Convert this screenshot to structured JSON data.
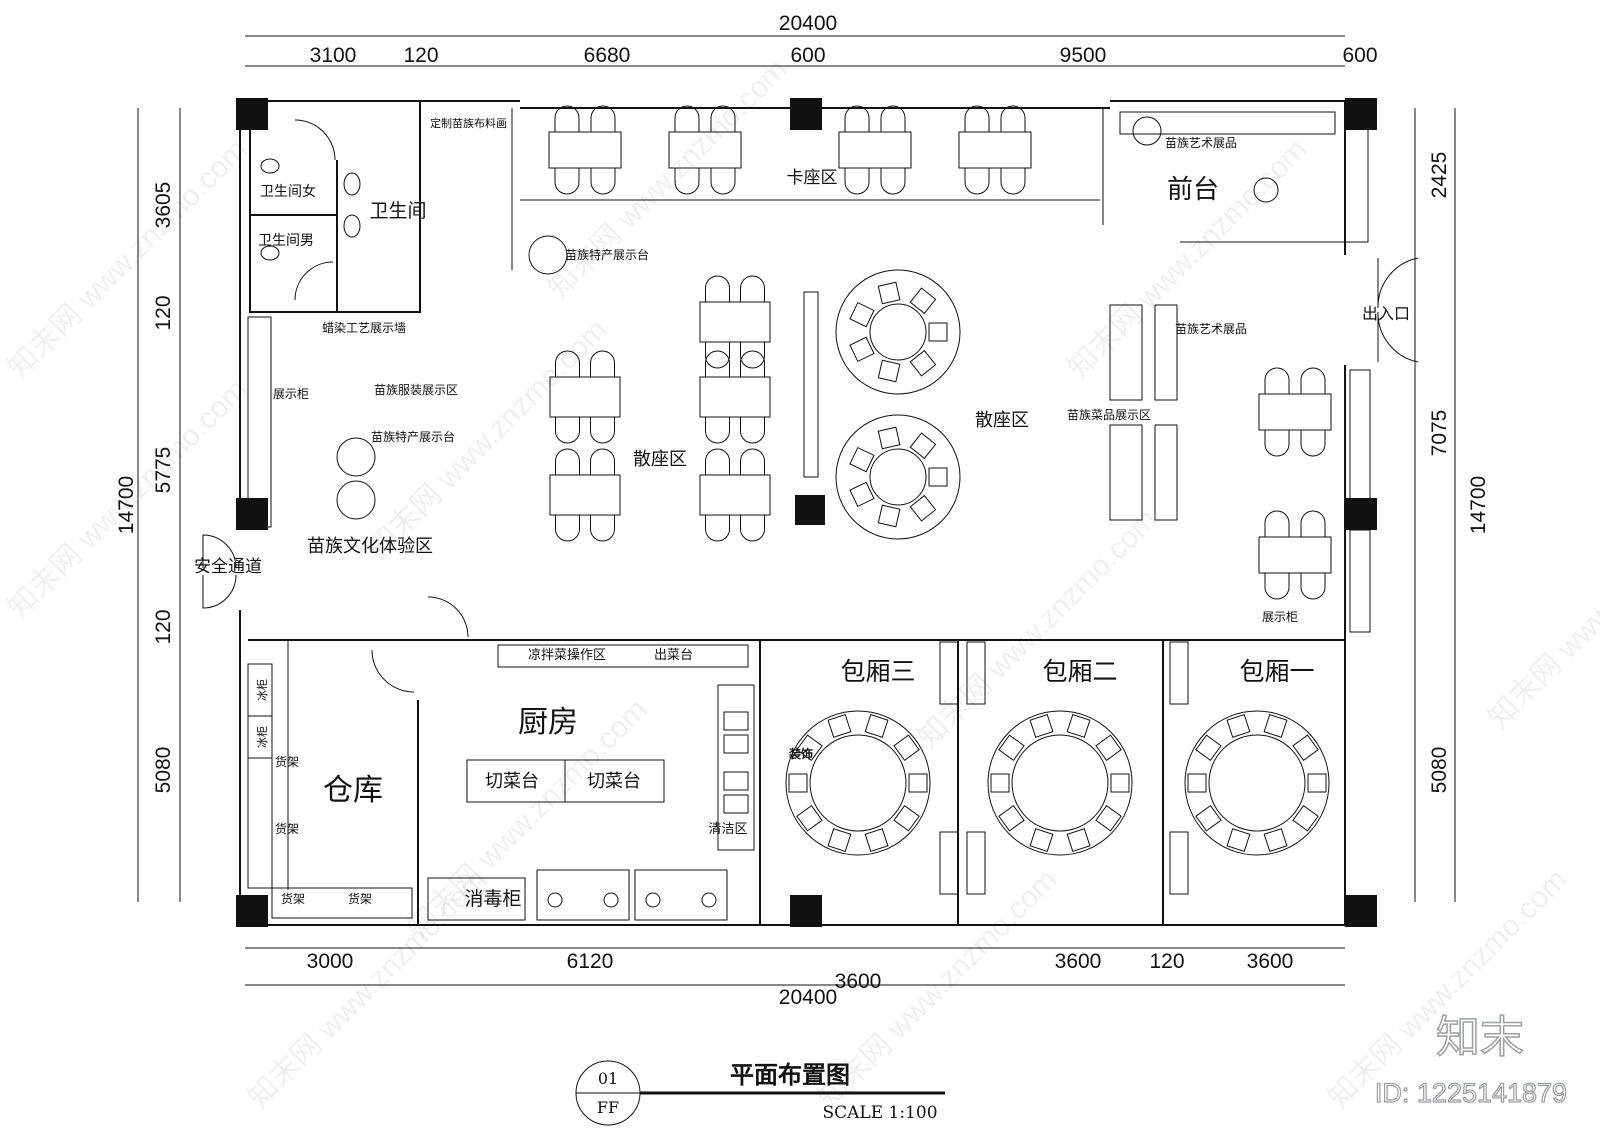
{
  "dimensions": {
    "top_total": "20400",
    "top": [
      "3100",
      "120",
      "6680",
      "600",
      "9500",
      "600"
    ],
    "bottom_total": "20400",
    "bottom": [
      "3000",
      "6120",
      "3600",
      "3600",
      "120",
      "3600"
    ],
    "left_total": "14700",
    "left": [
      "3605",
      "120",
      "5775",
      "120",
      "5080"
    ],
    "right_total": "14700",
    "right": [
      "2425",
      "7075",
      "5080"
    ]
  },
  "rooms": {
    "restroom": "卫生间",
    "restroom_female": "卫生间女",
    "restroom_male": "卫生间男",
    "booth_area": "卡座区",
    "front_desk": "前台",
    "entrance": "出入口",
    "safety_exit": "安全通道",
    "culture_area": "苗族文化体验区",
    "lounge_left": "散座区",
    "lounge_right": "散座区",
    "kitchen": "厨房",
    "warehouse": "仓库",
    "private_room_3": "包厢三",
    "private_room_2": "包厢二",
    "private_room_1": "包厢一"
  },
  "labels": {
    "cloth_painting": "定制苗族布料画",
    "specialty_display_top": "苗族特产展示台",
    "batik_wall": "蜡染工艺展示墙",
    "costume_display": "苗族服装展示区",
    "display_cabinet_left": "展示柜",
    "specialty_display_left": "苗族特产展示台",
    "art_exhibit_top": "苗族艺术展品",
    "art_exhibit_mid": "苗族艺术展品",
    "dish_display": "苗族菜品展示区",
    "display_cabinet_right": "展示柜",
    "cold_dish_area": "凉拌菜操作区",
    "serving_counter": "出菜台",
    "cutting_board_1": "切菜台",
    "cutting_board_2": "切菜台",
    "cleaning_area": "清洁区",
    "disinfection_cabinet": "消毒柜",
    "freezer_1": "冰柜",
    "freezer_2": "冰柜",
    "shelf_1": "货架",
    "shelf_2": "货架",
    "shelf_3": "货架",
    "shelf_4": "货架",
    "decoration": "装饰"
  },
  "title_block": {
    "number": "01",
    "sheet": "FF",
    "title": "平面布置图",
    "scale": "SCALE 1:100"
  },
  "watermark": {
    "text": "知末网 www.znzmo.com",
    "brand": "知末",
    "id": "ID: 1225141879"
  }
}
